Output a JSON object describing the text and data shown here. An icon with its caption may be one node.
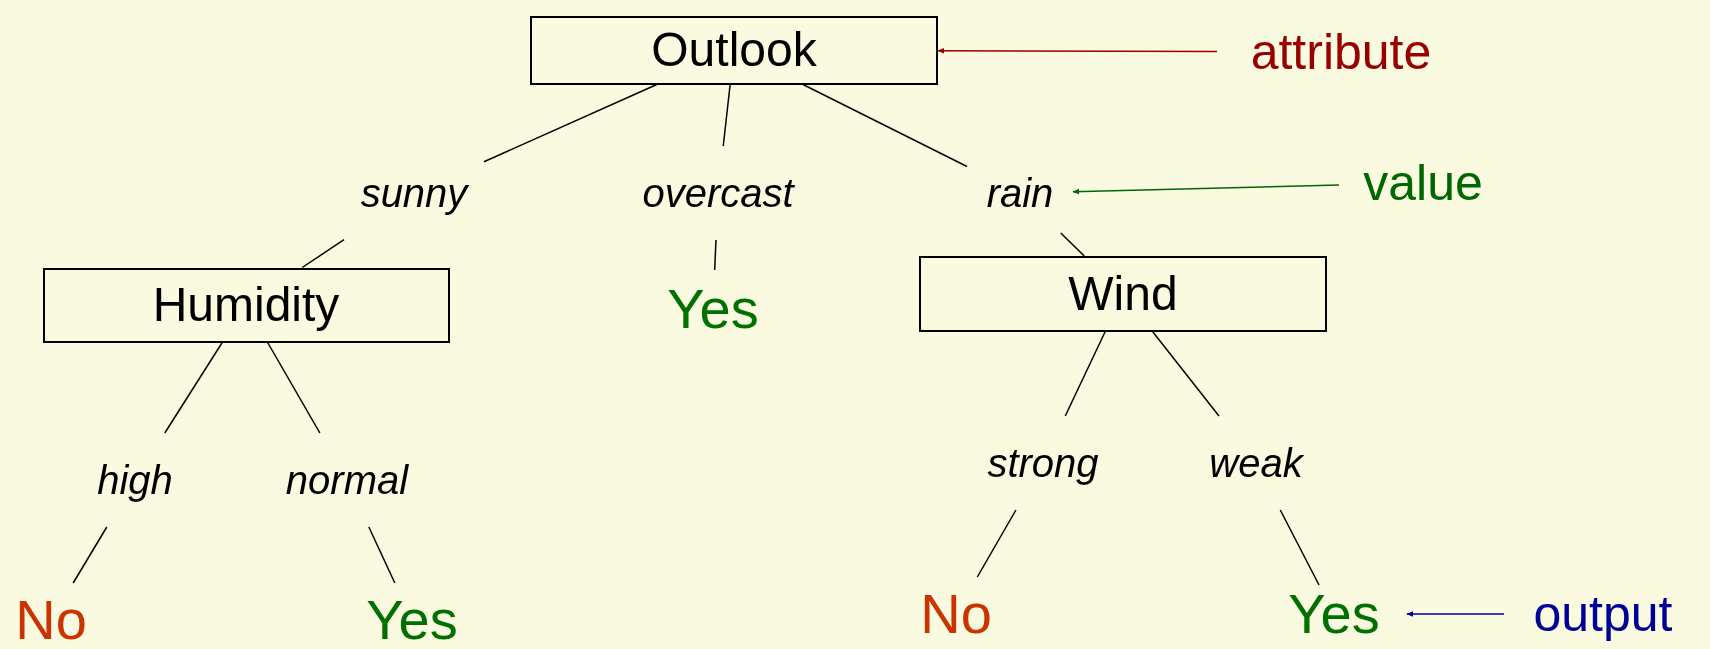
{
  "diagram": {
    "nodes": [
      {
        "text": [
          "Outlook"
        ]
      },
      {
        "text": [
          "sunny"
        ]
      },
      {
        "text": [
          "overcast"
        ]
      },
      {
        "text": [
          "rain"
        ]
      },
      {
        "text": [
          "Humidity"
        ]
      },
      {
        "text": [
          "Yes"
        ]
      },
      {
        "text": [
          "Wind"
        ]
      },
      {
        "text": [
          "high"
        ]
      },
      {
        "text": [
          "normal"
        ]
      },
      {
        "text": [
          "No"
        ]
      },
      {
        "text": [
          "Yes"
        ]
      },
      {
        "text": [
          "strong"
        ]
      },
      {
        "text": [
          "weak"
        ]
      },
      {
        "text": [
          "No"
        ]
      },
      {
        "text": [
          "Yes"
        ]
      },
      {
        "text": [
          "attribute"
        ]
      },
      {
        "text": [
          "value"
        ]
      },
      {
        "text": [
          "output"
        ]
      }
    ],
    "edges": [
      {
        "from": 0,
        "to": 1,
        "arrow": "none"
      },
      {
        "from": 0,
        "to": 2,
        "arrow": "none"
      },
      {
        "from": 0,
        "to": 3,
        "arrow": "none"
      },
      {
        "from": 1,
        "to": 4,
        "arrow": "none"
      },
      {
        "from": 2,
        "to": 5,
        "arrow": "none"
      },
      {
        "from": 3,
        "to": 6,
        "arrow": "none"
      },
      {
        "from": 4,
        "to": 7,
        "arrow": "none"
      },
      {
        "from": 4,
        "to": 8,
        "arrow": "none"
      },
      {
        "from": 7,
        "to": 9,
        "arrow": "none"
      },
      {
        "from": 8,
        "to": 10,
        "arrow": "none"
      },
      {
        "from": 6,
        "to": 11,
        "arrow": "none"
      },
      {
        "from": 6,
        "to": 12,
        "arrow": "none"
      },
      {
        "from": 11,
        "to": 13,
        "arrow": "none"
      },
      {
        "from": 12,
        "to": 14,
        "arrow": "none"
      },
      {
        "from": 15,
        "to": 0,
        "arrow": "to",
        "color": "#990000"
      },
      {
        "from": 16,
        "to": 3,
        "arrow": "to",
        "color": "#006600"
      },
      {
        "from": 17,
        "to": 14,
        "arrow": "to",
        "color": "#000099"
      }
    ]
  }
}
